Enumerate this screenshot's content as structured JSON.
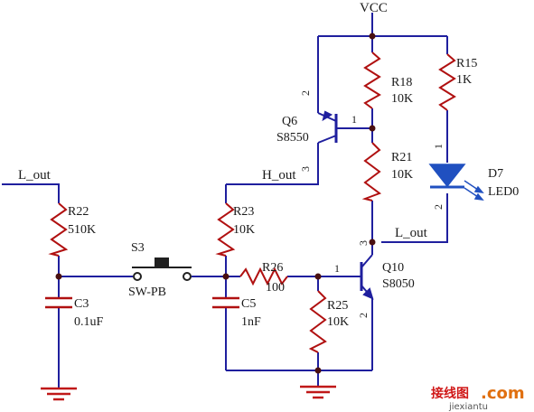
{
  "nets": {
    "vcc": "VCC",
    "l_out_left": "L_out",
    "h_out": "H_out",
    "l_out_right": "L_out"
  },
  "components": {
    "r15": {
      "ref": "R15",
      "value": "1K"
    },
    "r18": {
      "ref": "R18",
      "value": "10K"
    },
    "r21": {
      "ref": "R21",
      "value": "10K"
    },
    "r22": {
      "ref": "R22",
      "value": "510K"
    },
    "r23": {
      "ref": "R23",
      "value": "10K"
    },
    "r25": {
      "ref": "R25",
      "value": "10K"
    },
    "r26": {
      "ref": "R26",
      "value": "100"
    },
    "c3": {
      "ref": "C3",
      "value": "0.1uF"
    },
    "c5": {
      "ref": "C5",
      "value": "1nF"
    },
    "s3": {
      "ref": "S3",
      "value": "SW-PB"
    },
    "q6": {
      "ref": "Q6",
      "value": "S8550"
    },
    "q10": {
      "ref": "Q10",
      "value": "S8050"
    },
    "d7": {
      "ref": "D7",
      "value": "LED0"
    }
  },
  "pins": {
    "q6_p1": "1",
    "q6_p2": "2",
    "q6_p3": "3",
    "q10_p1": "1",
    "q10_p2": "2",
    "q10_p3": "3",
    "d7_p1": "1",
    "d7_p2": "2"
  },
  "watermark": {
    "brand": "接线图",
    "dotcom": ".com",
    "domain": "jiexiantu"
  },
  "colors": {
    "wire": "#1f1f9e",
    "resistor": "#b01010",
    "junction": "#4a1010",
    "ground": "#c01818",
    "led": "#2050c0",
    "switch": "#202020"
  }
}
